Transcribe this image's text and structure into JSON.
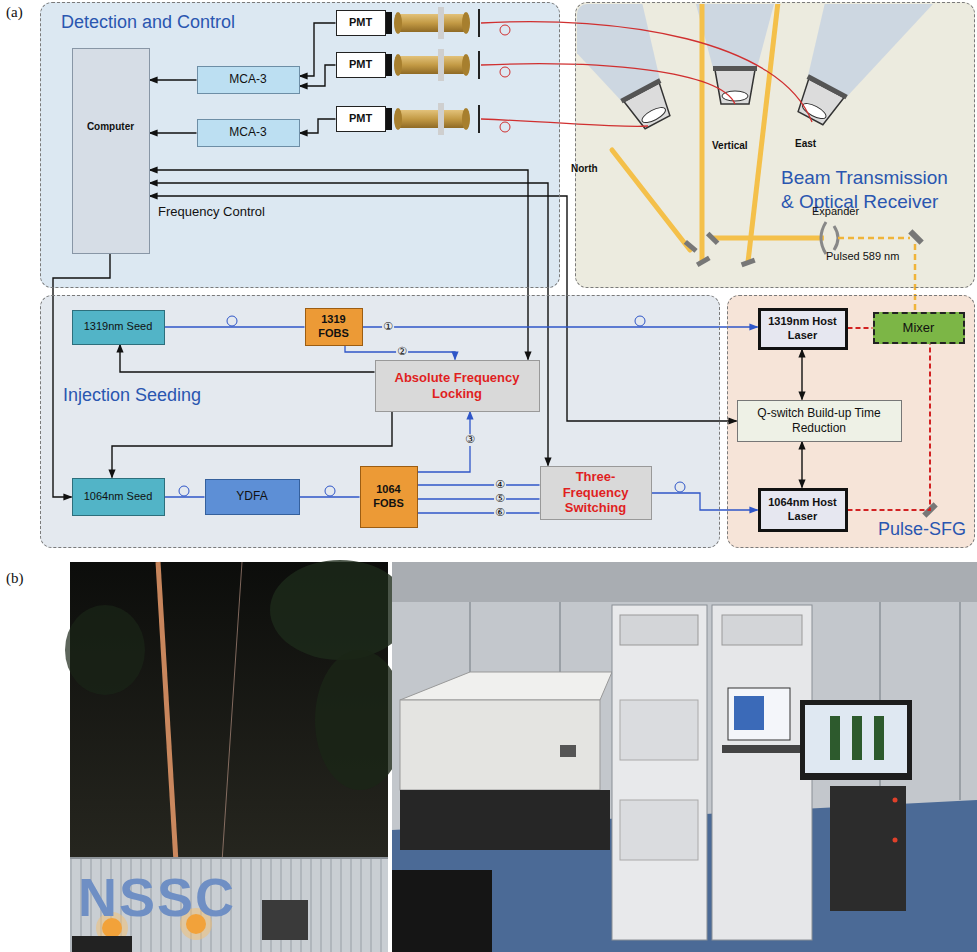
{
  "diagram": {
    "nodes": [
      {
        "text": [
          "Detection and Control"
        ]
      },
      {
        "text": [
          "Computer"
        ],
        "in": 0
      },
      {
        "text": [
          "MCA-3"
        ],
        "in": 0
      },
      {
        "text": [
          "MCA-3"
        ],
        "in": 0
      },
      {
        "text": [
          "PMT"
        ],
        "in": 0
      },
      {
        "text": [
          "PMT"
        ],
        "in": 0
      },
      {
        "text": [
          "PMT"
        ],
        "in": 0
      },
      {
        "text": [
          "Beam Transmission & Optical Receiver"
        ]
      },
      {
        "text": [
          "Injection Seeding"
        ]
      },
      {
        "text": [
          "1319nm Seed"
        ],
        "in": 8
      },
      {
        "text": [
          "1319 FOBS"
        ],
        "in": 8
      },
      {
        "text": [
          "Absolute Frequency Locking"
        ],
        "in": 8
      },
      {
        "text": [
          "1064nm Seed"
        ],
        "in": 8
      },
      {
        "text": [
          "YDFA"
        ],
        "in": 8
      },
      {
        "text": [
          "1064 FOBS"
        ],
        "in": 8
      },
      {
        "text": [
          "Three-Frequency Switching"
        ],
        "in": 8
      },
      {
        "text": [
          "Pulse-SFG"
        ]
      },
      {
        "text": [
          "1319nm Host Laser"
        ],
        "in": 16
      },
      {
        "text": [
          "Mixer"
        ],
        "in": 16
      },
      {
        "text": [
          "Q-switch Build-up Time Reduction"
        ],
        "in": 16
      },
      {
        "text": [
          "1064nm Host Laser"
        ],
        "in": 16
      }
    ],
    "edges": [
      {
        "from": 2,
        "to": 1,
        "arrow": "to"
      },
      {
        "from": 3,
        "to": 1,
        "arrow": "to"
      },
      {
        "from": 4,
        "to": 2,
        "arrow": "to"
      },
      {
        "from": 5,
        "to": 2,
        "arrow": "to"
      },
      {
        "from": 6,
        "to": 3,
        "arrow": "to"
      },
      {
        "from": 1,
        "to": 11,
        "arrow": "both"
      },
      {
        "from": 1,
        "to": 15,
        "arrow": "both"
      },
      {
        "from": 1,
        "to": 19,
        "arrow": "both"
      },
      {
        "from": 1,
        "to": 12,
        "arrow": "to"
      },
      {
        "from": 9,
        "to": 10,
        "arrow": "none"
      },
      {
        "from": 10,
        "to": 17,
        "label": "①",
        "arrow": "to"
      },
      {
        "from": 10,
        "to": 11,
        "label": "②",
        "arrow": "to"
      },
      {
        "from": 11,
        "to": 9,
        "arrow": "to"
      },
      {
        "from": 11,
        "to": 12,
        "arrow": "to"
      },
      {
        "from": 12,
        "to": 13,
        "arrow": "none"
      },
      {
        "from": 13,
        "to": 14,
        "arrow": "none"
      },
      {
        "from": 14,
        "to": 11,
        "label": "③",
        "arrow": "to"
      },
      {
        "from": 14,
        "to": 15,
        "label": "④",
        "arrow": "none"
      },
      {
        "from": 14,
        "to": 15,
        "label": "⑤",
        "arrow": "none"
      },
      {
        "from": 14,
        "to": 15,
        "label": "⑥",
        "arrow": "none"
      },
      {
        "from": 15,
        "to": 20,
        "arrow": "to"
      },
      {
        "from": 19,
        "to": 17,
        "arrow": "both"
      },
      {
        "from": 19,
        "to": 20,
        "arrow": "both"
      },
      {
        "from": 17,
        "to": 18,
        "arrow": "none"
      },
      {
        "from": 20,
        "to": 18,
        "arrow": "none"
      }
    ],
    "labels": [
      "(a)",
      "Frequency Control",
      "North",
      "Vertical",
      "East",
      "Expander",
      "Pulsed 589 nm",
      "(b)",
      "NSSC"
    ]
  }
}
